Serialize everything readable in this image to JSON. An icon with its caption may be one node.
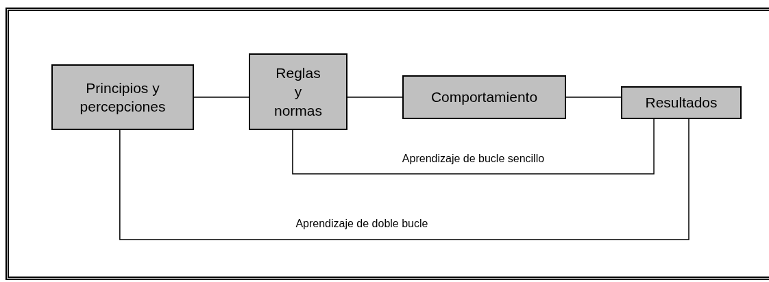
{
  "diagram": {
    "nodes": [
      {
        "text": [
          "Principios y percepciones"
        ]
      },
      {
        "text": [
          "Reglas y normas"
        ]
      },
      {
        "text": [
          "Comportamiento"
        ]
      },
      {
        "text": [
          "Resultados"
        ]
      }
    ],
    "edges": [
      {
        "from": 0,
        "to": 1,
        "arrow": "none"
      },
      {
        "from": 1,
        "to": 2,
        "arrow": "none"
      },
      {
        "from": 2,
        "to": 3,
        "arrow": "none"
      },
      {
        "from": 1,
        "to": 3,
        "arrow": "none",
        "label": "Aprendizaje de bucle sencillo"
      },
      {
        "from": 0,
        "to": 3,
        "arrow": "none",
        "label": "Aprendizaje de doble bucle"
      }
    ]
  }
}
